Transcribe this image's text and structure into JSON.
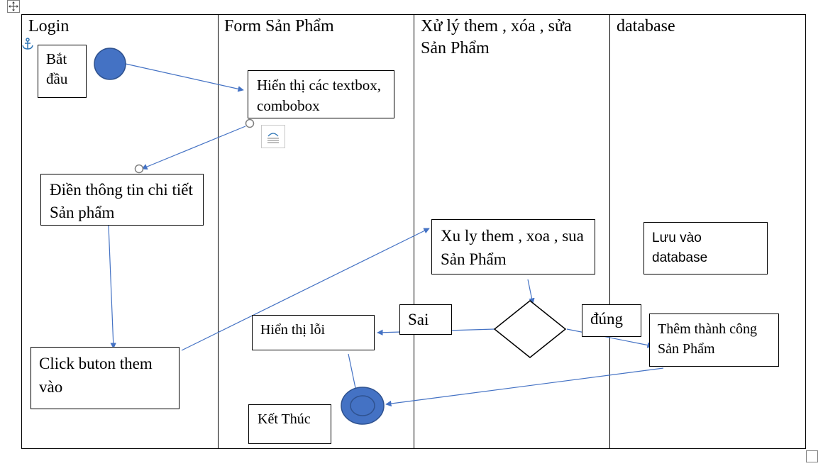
{
  "lanes": {
    "login": "Login",
    "form": "Form Sản Phẩm",
    "process": "Xử lý them , xóa , sửa Sản Phẩm",
    "database": "database"
  },
  "nodes": {
    "start": "Bắt đầu",
    "show_inputs": "Hiển thị các textbox, combobox",
    "fill_info": "Điền thông tin chi tiết Sản phẩm",
    "click_button": "Click buton them vào",
    "process": "Xu ly them , xoa , sua Sản Phẩm",
    "save_db": "Lưu vào database",
    "show_error": "Hiển thị lỗi",
    "false_label": "Sai",
    "true_label": "đúng",
    "success": "Thêm thành công Sản Phẩm",
    "end": "Kết Thúc"
  },
  "colors": {
    "node_fill": "#4472c4",
    "node_stroke": "#2f528f",
    "connector": "#4472c4",
    "border": "#000000"
  }
}
